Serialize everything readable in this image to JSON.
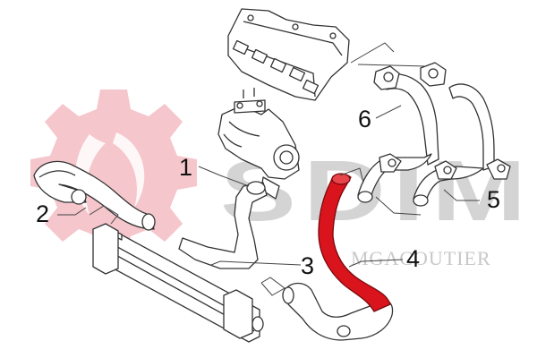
{
  "watermark": {
    "brand_name": "SDIM",
    "brand_subtitle": "MGACOUTIER",
    "gear_color": "#f5c6cc",
    "text_color": "#d4d4d4"
  },
  "callouts": [
    {
      "id": "1",
      "label": "1"
    },
    {
      "id": "2",
      "label": "2"
    },
    {
      "id": "3",
      "label": "3"
    },
    {
      "id": "4",
      "label": "4"
    },
    {
      "id": "5",
      "label": "5"
    },
    {
      "id": "6",
      "label": "6"
    }
  ],
  "highlight": {
    "part": "4",
    "color": "#d9141c"
  },
  "icons": [
    "intake-manifold-icon",
    "turbocharger-icon",
    "intercooler-icon",
    "pipe-icon",
    "hose-icon"
  ]
}
